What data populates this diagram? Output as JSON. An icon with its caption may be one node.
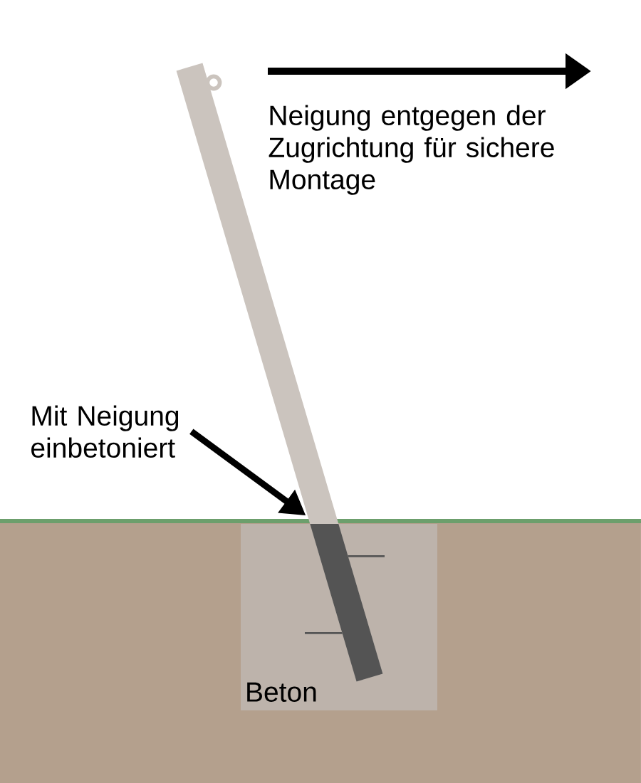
{
  "diagram": {
    "nodes": [
      {
        "text": [
          "Mit Neigung einbetoniert"
        ]
      },
      {
        "text": [],
        "shape": "bar"
      },
      {
        "text": [
          "Beton"
        ]
      }
    ],
    "edges": [
      {
        "from": 0,
        "to": 1,
        "arrow": "to"
      }
    ],
    "labels": [
      "Neigung entgegen der Zugrichtung für sichere Montage"
    ]
  }
}
